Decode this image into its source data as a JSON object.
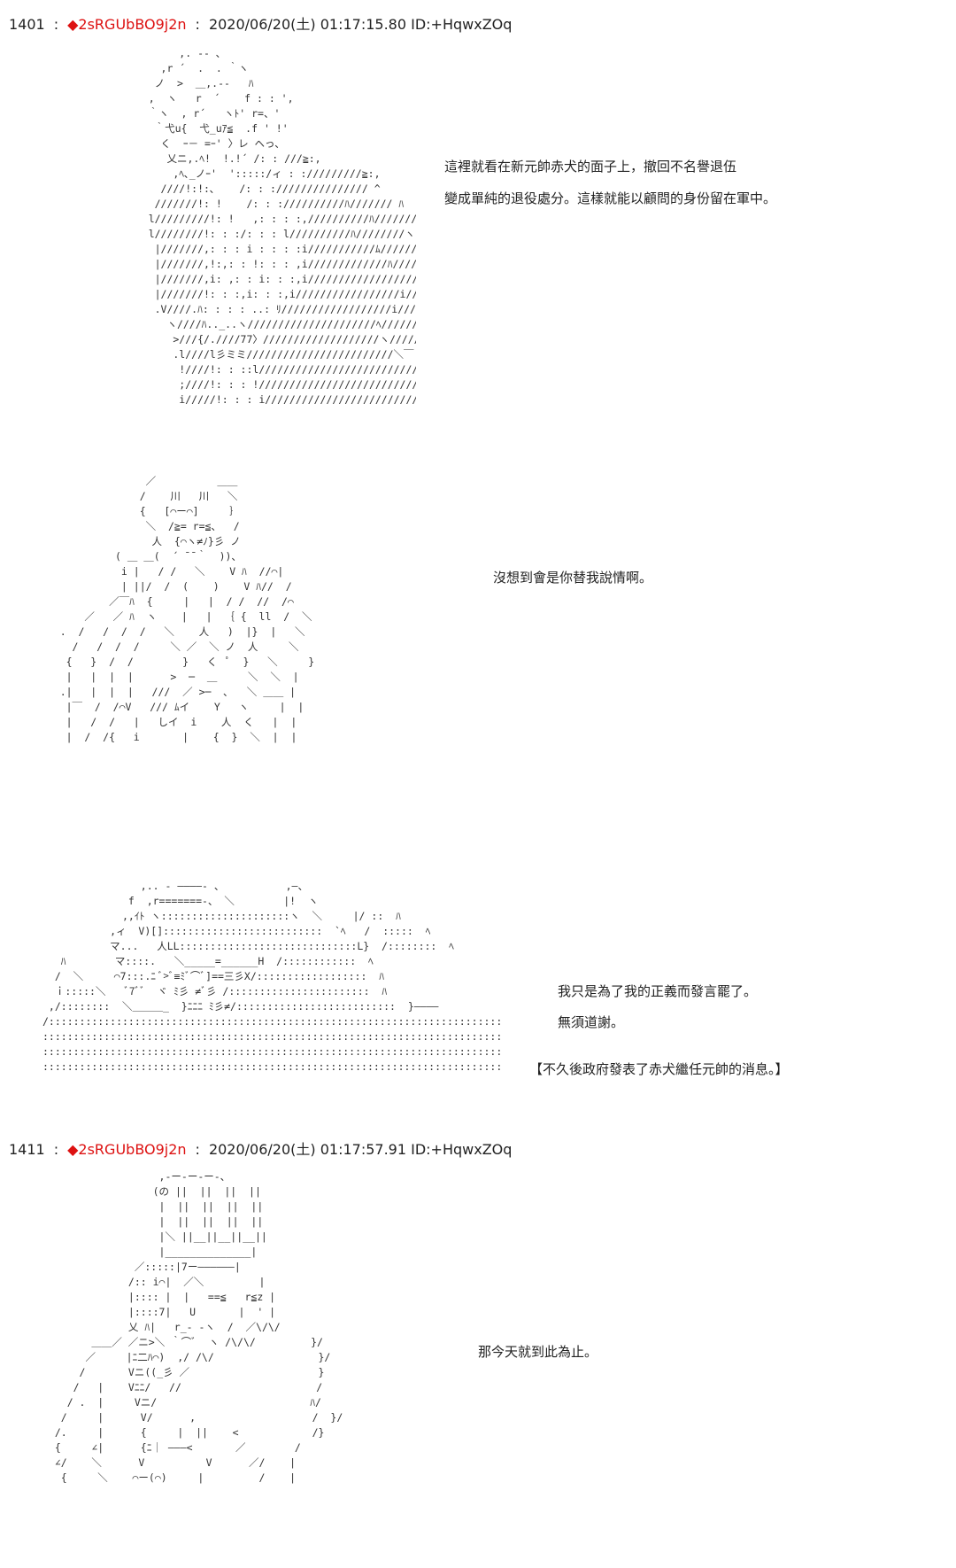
{
  "posts": [
    {
      "number": "1401",
      "separator": ":",
      "trip": "◆2sRGUbBO9j2n",
      "datetime": "2020/06/20(土) 01:17:15.80 ID:+HqwxZOq",
      "panels": [
        {
          "lines": [
            "這裡就看在新元帥赤犬的面子上，撤回不名譽退伍",
            "變成單純的退役處分。這樣就能以顧問的身份留在軍中。"
          ]
        },
        {
          "lines": [
            "沒想到會是你替我說情啊。"
          ]
        },
        {
          "lines": [
            "我只是為了我的正義而發言罷了。",
            "無須道謝。",
            "【不久後政府發表了赤犬繼任元帥的消息。】"
          ]
        }
      ]
    },
    {
      "number": "1411",
      "separator": ":",
      "trip": "◆2sRGUbBO9j2n",
      "datetime": "2020/06/20(土) 01:17:57.91 ID:+HqwxZOq",
      "panels": [
        {
          "lines": [
            "那今天就到此為止。"
          ]
        }
      ]
    }
  ],
  "ascii_art": {
    "aa1": "         ,. -‐ ､\n      ,r ´  .  . ｀ヽ\n     ノ  >  ＿,.-‐   ﾊ\n    ,  ヽ   r  ´    f : : ',\n    ｀ヽ  , r´   ヽﾄ' r=、'\n     ｀弋u{  弋_uｱ≦  .f ' !'\n      く  ｰ－ =ｰ' 〉レ ヘっ､\n       乂ニ,.ﾍ!  !.!´ /: : ///≧:,\n        ,ﾍ､_ノｰ'  ':::::/ィ : ://///////≧:,\n      ////!:!:､    /: : ://///////////// ^\n     ///////!: !    /: : ://////////ﾊ/////// ﾊ\n    l/////////!: !   ,: : : :,//////////ﾊ/////// ﾊ\n    l////////!: : :/: : : l//////////ﾊ////////ヽ\n     |///////,: : : i : : : :i///////////ﾑ/////////\n     |///////,!:,: : !: : : ,i/////////////ﾊ/////// 、\n     |///////,i: ,: : i: : :,i/////////////////////ﾍ\n     |///////!: : :,i: : :,i/////////////////i//////////,\n     .V////.ﾊ: : : : ..: ﾘ//////////////////i///////////,\n       ヽ////ﾊ.._..ヽ/////////////////////ﾍ/////////\n        >///{/.////77〉///////////////////ヽ//////}\n        .l////l彡ミミ////////////////////////＼￣\n         !////!: : ::l///////////////////////////＼\n         ;////!: : : !////////////////////////////ﾍ\n         i/////!: : : i////////////////////////////ﾊ",
    "aa2": "                  ／          ＿＿\n                 /    川   川   ＼\n                 {   [⌒ー⌒]     ｝\n                  ＼  /≧= r=≦、  /\n                   人  {⌒ヽ≠ﾉ}彡 ノ\n             ( ＿ ＿(  ´ ̄ ̄ ｀  ))、\n              i |   / /   ＼    V ﾊ  //⌒|\n              | ||/  /  (    )    V ﾊ//  /\n            ／￣ﾊ  {     |   |  / /  //  /⌒\n        ／   ／ ﾊ  ヽ    |   |  ｛ {  ll  /  ＼\n    .  /   /  /  /   ＼    人   )  |}  |   ＼\n      /   /  /  /     ＼ ／  ＼ ノ  人     ＼\n     {   }  /  /        }   く  ﾟ  }   ＼     }\n     |   |  |  |      >  ─  ＿     ＼  ＼  |\n    .|   |  |  |   ///  ／ >─  ､   ＼ ＿＿ |\n     |￣  /  /⌒V   /// ﾑイ    Y   ヽ     |  |\n     |   /  /   |   しイ  i    人  く   |  |\n     |  /  /{   i       |    {  }  ＼  |  |",
    "aa3": "                ,.. - ――――- 、          ,―、\n              f  ,r=======-、 ＼        |!  ヽ\n             ,,ｲﾄ ヽ:::::::::::::::::::::ヽ  ＼     |/ ::  ﾊ\n           ,ィ  V)[]::::::::::::::::::::::::::  `ﾍ   /  :::::  ﾍ\n           マ...   人LL:::::::::::::::::::::::::::::L}  /::::::::  ﾍ\n   ﾊ        マ::::.   ＼_____=______H  /::::::::::::  ﾍ\n  /  ＼     ⌒7:::.ﾆ ﾞ>ﾞ≡ﾐﾞ⌒ﾞ]==三彡X/::::::::::::::::::  ﾊ\n  ｉ:::::＼   ﾞ7ﾞﾞ  ヾ ﾐ彡 ≠ﾞ彡 /:::::::::::::::::::::::  ﾊ\n ,/::::::::  ＼＿＿＿_  }ﾆﾆﾆ ﾐ彡≠/::::::::::::::::::::::::::  }――――\n/::::::::::::::::::::::::::::::::::::::::::::::::::::::::::::::::::::::::::::::::::::::::::ﾉ\n::::::::::::::::::::::::::::::::::::::::::::::::::::::::::::::::::::::::::::::::::::::::::::::ｨ======\n::::::::::::::::::::::::::::::::::::::::::::::::::::::::::::::::::::::::::::::::::::::::::/ﾊ:::::::::ヽ ::ﾆ\n::::::::::::::::::::::::::::::::::::::::::::::::::::::::::::::::::::::::::::::::::::::::/ ::ﾊ::::::::::::＼",
    "aa4": "                   ,-ー-ー-ー-、\n                  (の ||  ||  ||  ||\n                   |  ||  ||  ||  ||\n                   |  ||  ||  ||  ||\n                   |＼ ||__||__||__||\n                   |______________|\n               ／:::::|7ー――――――|\n              /:: i⌒|  ／＼         |\n              |:::: |  |   ==≦   r≦z |\n              |::::7|   U       |  ' |\n              乂 ﾊ|   r_- -ヽ  /  ／\\/\\/\n        ＿＿／ ／ニ>＼ ｀⌒ﾞ  ヽ /\\/\\/         }/\n       ／     |ﾆ二ﾊ⌒)  ,/ /\\/                 }/\n      /       Vニ((_彡 ／                     }\n     /   |    Vﾆﾆ/   //                      /\n    / .  |     Vニ/                         ﾊ/\n   /     |      V/      ,                   /  }/\n  /.     |      {     |  ||    <            /}\n  {     ∠|      {ﾆ｜ ―――<       ／        /\n  ∠/    ＼      V          V      ／/    |\n   {     ＼    ⌒ー(⌒)     |         /    |"
  }
}
